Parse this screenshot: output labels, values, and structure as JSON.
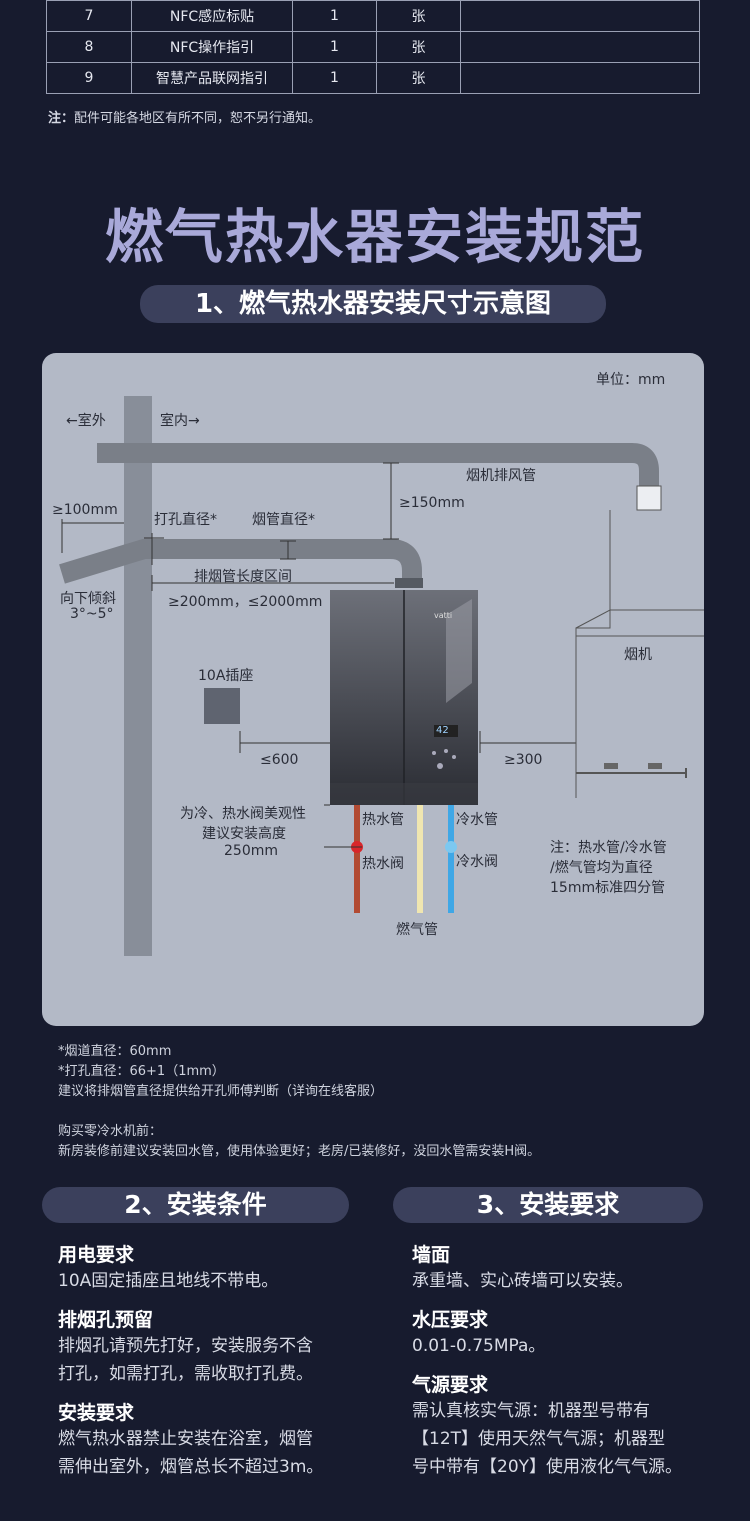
{
  "parts_table": {
    "rows": [
      {
        "no": "7",
        "name": "NFC感应标贴",
        "qty": "1",
        "unit": "张"
      },
      {
        "no": "8",
        "name": "NFC操作指引",
        "qty": "1",
        "unit": "张"
      },
      {
        "no": "9",
        "name": "智慧产品联网指引",
        "qty": "1",
        "unit": "张"
      }
    ]
  },
  "note": {
    "label": "注：",
    "text": "配件可能各地区有所不同，恕不另行通知。"
  },
  "main_title": "燃气热水器安装规范",
  "section1_title": "1、燃气热水器安装尺寸示意图",
  "diagram": {
    "unit": "单位：mm",
    "outdoor": "←室外",
    "indoor": "室内→",
    "flue_pipe": "烟机排风管",
    "min_150": "≥150mm",
    "min_100": "≥100mm",
    "hole_diameter": "打孔直径*",
    "pipe_diameter": "烟管直径*",
    "pipe_length_range": "排烟管长度区间",
    "pipe_length_values": "≥200mm，≤2000mm",
    "tilt_line1": "向下倾斜",
    "tilt_line2": "3°~5°",
    "brand": "vatti",
    "socket": "10A插座",
    "max_600": "≤600",
    "min_300": "≥300",
    "range_hood": "烟机",
    "hot_pipe": "热水管",
    "cold_pipe": "冷水管",
    "hot_valve": "热水阀",
    "cold_valve": "冷水阀",
    "gas_pipe": "燃气管",
    "height_note_line1": "为冷、热水阀美观性",
    "height_note_line2": "建议安装高度",
    "height_note_line3": "250mm",
    "pipe_note_line1": "注：热水管/冷水管",
    "pipe_note_line2": "/燃气管均为直径",
    "pipe_note_line3": "15mm标准四分管",
    "display_value": "42"
  },
  "footnotes": [
    "*烟道直径：60mm",
    "*打孔直径：66+1（1mm）",
    "建议将排烟管直径提供给开孔师傅判断（详询在线客服）",
    "购买零冷水机前：",
    "新房装修前建议安装回水管，使用体验更好；老房/已装修好，没回水管需安装H阀。"
  ],
  "section2": {
    "title": "2、安装条件",
    "items": [
      {
        "heading": "用电要求",
        "lines": [
          "10A固定插座且地线不带电。"
        ]
      },
      {
        "heading": "排烟孔预留",
        "lines": [
          "排烟孔请预先打好，安装服务不含",
          "打孔，如需打孔，需收取打孔费。"
        ]
      },
      {
        "heading": "安装要求",
        "lines": [
          "燃气热水器禁止安装在浴室，烟管",
          "需伸出室外，烟管总长不超过3m。"
        ]
      }
    ]
  },
  "section3": {
    "title": "3、安装要求",
    "items": [
      {
        "heading": "墙面",
        "lines": [
          "承重墙、实心砖墙可以安装。"
        ]
      },
      {
        "heading": "水压要求",
        "lines": [
          "0.01-0.75MPa。"
        ]
      },
      {
        "heading": "气源要求",
        "lines": [
          "需认真核实气源：机器型号带有",
          "【12T】使用天然气气源；机器型",
          "号中带有【20Y】使用液化气气源。"
        ]
      }
    ]
  }
}
